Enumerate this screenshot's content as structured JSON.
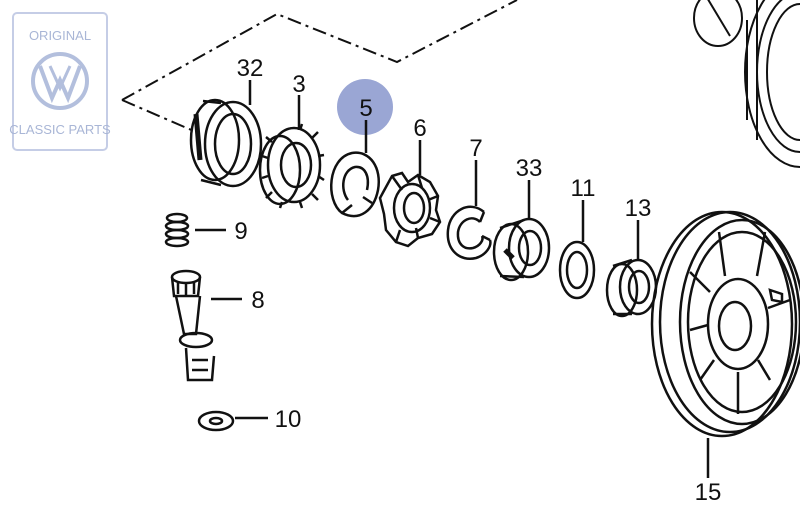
{
  "logo": {
    "line1": "ORIGINAL",
    "line2": "CLASSIC PARTS",
    "color": "#a9b6d6"
  },
  "highlight": {
    "part": "5",
    "color": "#9aa6d4"
  },
  "parts": [
    {
      "id": "p32",
      "label": "32"
    },
    {
      "id": "p3",
      "label": "3"
    },
    {
      "id": "p5",
      "label": "5"
    },
    {
      "id": "p6",
      "label": "6"
    },
    {
      "id": "p7",
      "label": "7"
    },
    {
      "id": "p33",
      "label": "33"
    },
    {
      "id": "p11",
      "label": "11"
    },
    {
      "id": "p13",
      "label": "13"
    },
    {
      "id": "p9",
      "label": "9"
    },
    {
      "id": "p8",
      "label": "8"
    },
    {
      "id": "p10",
      "label": "10"
    },
    {
      "id": "p15",
      "label": "15"
    }
  ]
}
